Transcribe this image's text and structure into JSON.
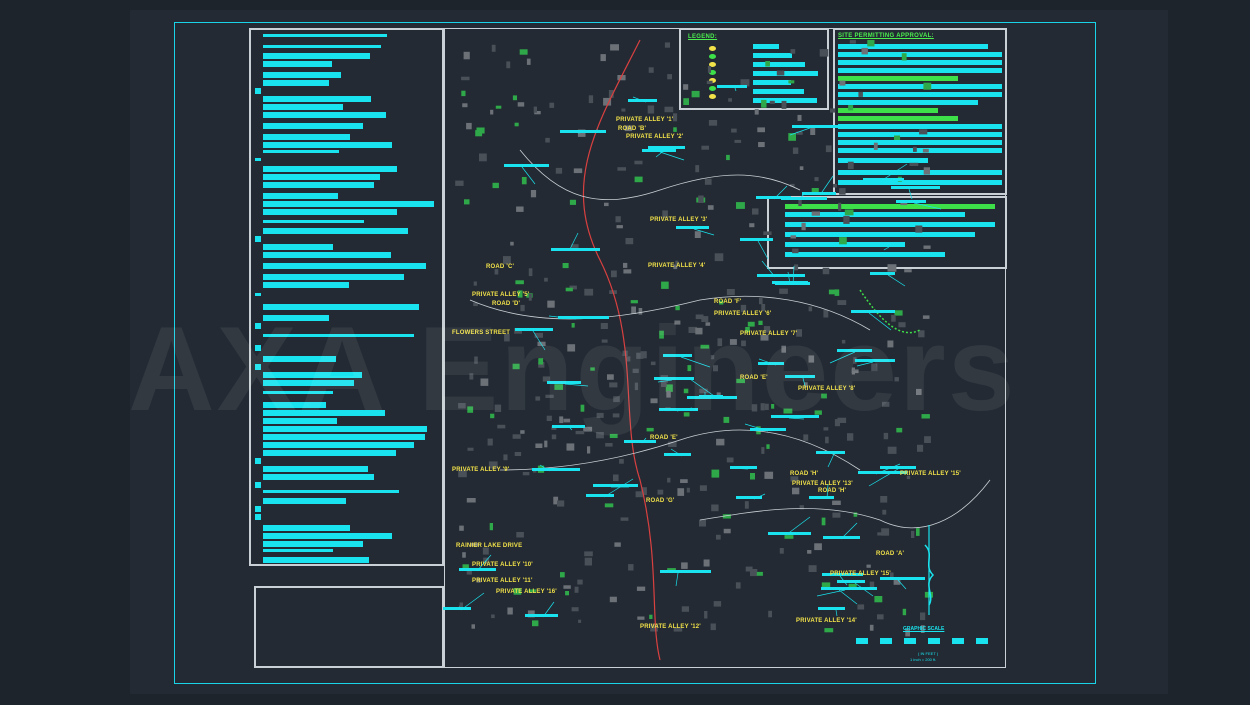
{
  "drawing": {
    "watermark": "AXA Engineers",
    "legend_title": "LEGEND:",
    "permitting_title": "SITE PERMITTING APPROVAL:",
    "graphic_scale_title": "GRAPHIC SCALE",
    "scale_line_1": "( IN FEET )",
    "scale_line_2": "1 inch = 200 ft."
  },
  "labels": [
    "PRIVATE ALLEY '1'",
    "ROAD 'B'",
    "PRIVATE ALLEY '2'",
    "PRIVATE ALLEY '3'",
    "PRIVATE ALLEY '4'",
    "ROAD 'C'",
    "PRIVATE ALLEY '5'",
    "ROAD 'D'",
    "FLOWERS STREET",
    "ROAD 'F'",
    "PRIVATE ALLEY '6'",
    "PRIVATE ALLEY '7'",
    "ROAD 'E'",
    "PRIVATE ALLEY '8'",
    "ROAD 'E'",
    "PRIVATE ALLEY '9'",
    "ROAD 'G'",
    "ROAD 'H'",
    "PRIVATE ALLEY '13'",
    "ROAD 'H'",
    "PRIVATE ALLEY '15'",
    "RAINIER LAKE DRIVE",
    "PRIVATE ALLEY '10'",
    "PRIVATE ALLEY '11'",
    "PRIVATE ALLEY '16'",
    "ROAD 'A'",
    "PRIVATE ALLEY '15'",
    "PRIVATE ALLEY '12'",
    "PRIVATE ALLEY '14'"
  ],
  "colors": {
    "accent_cyan": "#19e3ee",
    "label_yellow": "#f2e24a",
    "legend_green": "#3ee04a",
    "panel_border": "#c9d1d6"
  }
}
